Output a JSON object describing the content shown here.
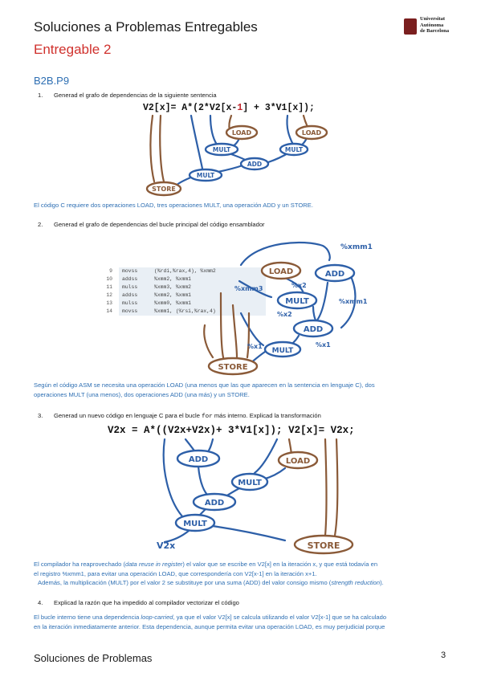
{
  "header": {
    "title": "Soluciones a Problemas Entregables",
    "subtitle": "Entregable 2",
    "logo_lines": [
      "Universitat",
      "Autònoma",
      "de Barcelona"
    ]
  },
  "section_title": "B2B.P9",
  "q1": {
    "number": "1.",
    "text": "Generad el grafo de dependencias de la siguiente sentencia",
    "code_a": "V2[x]= A*(2*V2[x-",
    "code_red": "1",
    "code_b": "] + 3*V1[x]);",
    "answer": "El código C requiere dos operaciones LOAD, tres operaciones MULT, una operación ADD y un STORE."
  },
  "q2": {
    "number": "2.",
    "text": "Generad el grafo de dependencias del bucle principal del código ensamblador",
    "asm": [
      {
        "line": "9",
        "op": "movss",
        "args": "(%rdi,%rax,4), %xmm2"
      },
      {
        "line": "10",
        "op": "addss",
        "args": "%xmm2, %xmm1"
      },
      {
        "line": "11",
        "op": "mulss",
        "args": "%xmm3, %xmm2"
      },
      {
        "line": "12",
        "op": "addss",
        "args": "%xmm2, %xmm1"
      },
      {
        "line": "13",
        "op": "mulss",
        "args": "%xmm0, %xmm1"
      },
      {
        "line": "14",
        "op": "movss",
        "args": "%xmm1, (%rsi,%rax,4)"
      }
    ],
    "answer_l1": "Según el código ASM se necesita una operación LOAD (una menos que las que aparecen en la sentencia en lenguaje C), dos",
    "answer_l2": "operaciones MULT (una menos), dos operaciones ADD (una más) y un STORE."
  },
  "q3": {
    "number": "3.",
    "text_a": "Generad un nuevo código en lenguaje C para el bucle ",
    "text_code": "for",
    "text_b": " más interno. Explicad la transformación",
    "code_a": "V2x = A*((V2x+V2x)+ 3*V1[x]);",
    "code_b": "V2[x]= V2x;",
    "answer_l1_a": "El compilador ha reaprovechado (",
    "answer_l1_em": "data reuse in register",
    "answer_l1_b": ") el valor que se escribe en V2[x] en la iteración x, y que está todavía en",
    "answer_l2": "el registro %xmm1, para evitar una operación LOAD, que correspondería con V2[x-1] en la iteración x+1.",
    "answer_l3_a": "Además, la multiplicación (MULT) por el valor 2 se substituye por una suma (ADD) del valor consigo mismo (",
    "answer_l3_em": "strength reduction",
    "answer_l3_b": ")."
  },
  "q4": {
    "number": "4.",
    "text": "Explicad la razón que ha impedido al compilador vectorizar el código",
    "answer_l1_a": "El bucle interno tiene una dependencia ",
    "answer_l1_em": "loop-carried",
    "answer_l1_b": ", ya que el valor V2[x] se calcula utilizando el valor V2[x-1] que se ha calculado",
    "answer_l2": "en la iteración inmediatamente anterior. Esta dependencia, aunque permita evitar una operación LOAD, es muy perjudicial porque"
  },
  "graph_labels": {
    "load": "LOAD",
    "mult": "MULT",
    "add": "ADD",
    "store": "STORE",
    "xmm1": "%xmm1",
    "xmm3": "%xmm3",
    "x2": "%x2",
    "x1": "%x1",
    "v2x": "V2x"
  },
  "footer": {
    "left": "Soluciones de Problemas",
    "page": "3"
  }
}
